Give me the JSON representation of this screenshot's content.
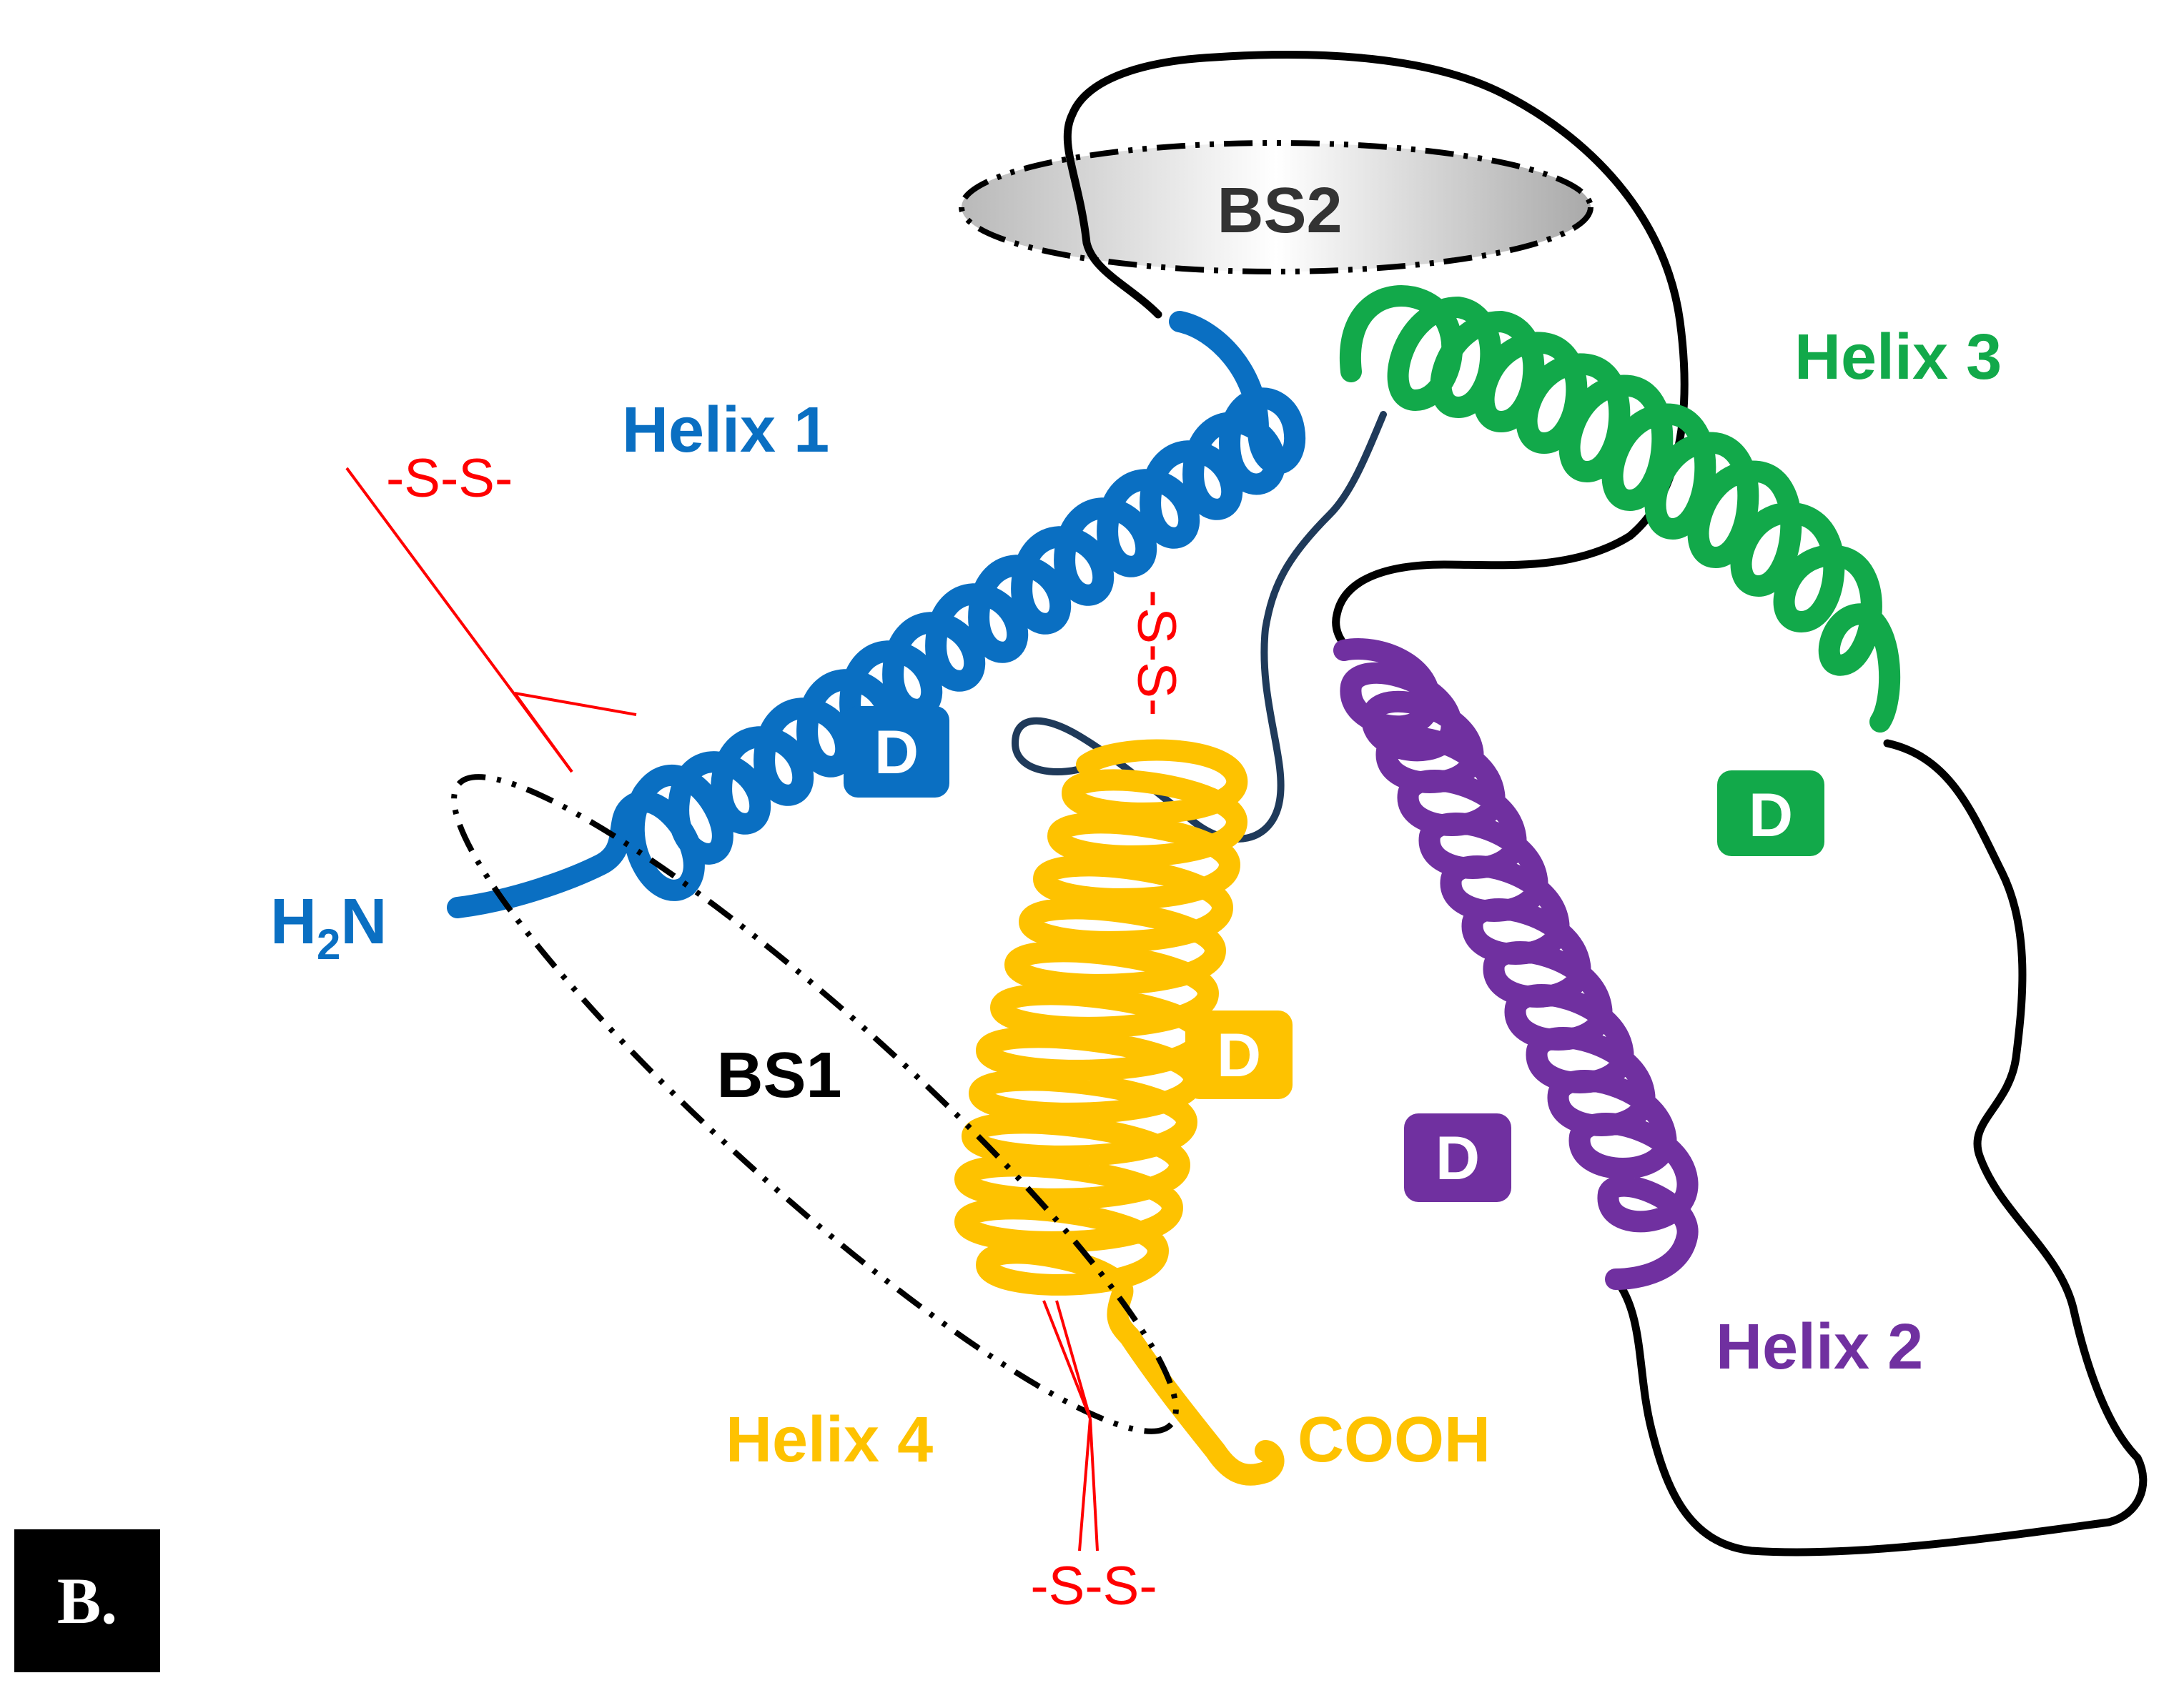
{
  "panel_label": "B.",
  "colors": {
    "helix1": "#0a6fc2",
    "helix2": "#7030a0",
    "helix3": "#12a94a",
    "helix4": "#fec200",
    "loop": "#000000",
    "loop_dark": "#1f3a5a",
    "disulfide": "#ff0000",
    "binding_site": "#000000"
  },
  "helices": [
    {
      "id": "helix1",
      "label": "Helix 1",
      "domain_badge": "D"
    },
    {
      "id": "helix2",
      "label": "Helix 2",
      "domain_badge": "D"
    },
    {
      "id": "helix3",
      "label": "Helix 3",
      "domain_badge": "D"
    },
    {
      "id": "helix4",
      "label": "Helix 4",
      "domain_badge": "D"
    }
  ],
  "termini": {
    "n": "H₂N",
    "c": "COOH"
  },
  "binding_sites": {
    "bs1": "BS1",
    "bs2": "BS2"
  },
  "disulfides": {
    "top_left": "-S-S-",
    "center": "-S-S-",
    "bottom": "-S-S-"
  },
  "icons": {
    "helix": "alpha-helix-coil-icon",
    "loop": "loop-icon",
    "binding_site": "dashed-ellipse-icon",
    "disulfide": "disulfide-bond-icon"
  }
}
